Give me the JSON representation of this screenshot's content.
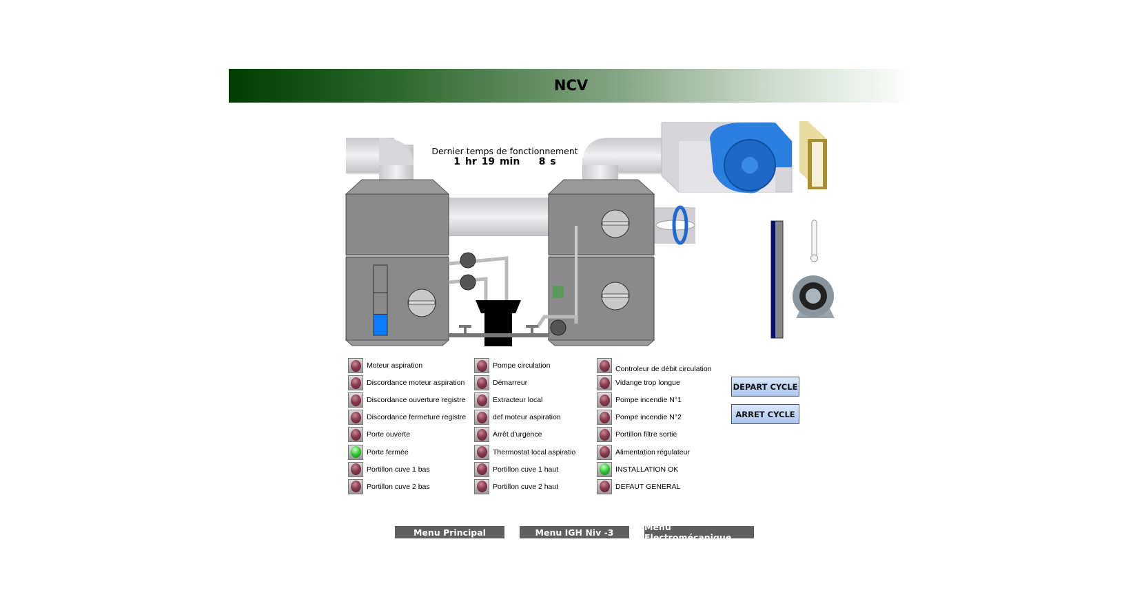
{
  "header": {
    "title": "NCV"
  },
  "runtime": {
    "label": "Dernier temps de fonctionnement",
    "value": "1 hr 19 min    8 s"
  },
  "colors": {
    "lamp_off": "#8a3a4e",
    "lamp_on": "#2fc42f",
    "tank": "#8a8a8a",
    "fan": "#1e6fd0",
    "level": "#0a7cff"
  },
  "indicators": {
    "col1": [
      {
        "label": "Moteur aspiration",
        "state": "off"
      },
      {
        "label": "Discordance moteur aspiration",
        "state": "off"
      },
      {
        "label": "Discordance ouverture registre",
        "state": "off"
      },
      {
        "label": "Discordance fermeture registre",
        "state": "off"
      },
      {
        "label": "Porte ouverte",
        "state": "off"
      },
      {
        "label": "Porte fermée",
        "state": "on"
      },
      {
        "label": "Portillon cuve 1 bas",
        "state": "off"
      },
      {
        "label": "Portillon cuve 2 bas",
        "state": "off"
      }
    ],
    "col2": [
      {
        "label": "Pompe circulation",
        "state": "off"
      },
      {
        "label": "Démarreur",
        "state": "off"
      },
      {
        "label": "Extracteur local",
        "state": "off"
      },
      {
        "label": "def moteur aspiration",
        "state": "off"
      },
      {
        "label": "Arrêt d'urgence",
        "state": "off"
      },
      {
        "label": "Thermostat local aspiratio",
        "state": "off"
      },
      {
        "label": "Portillon cuve 1 haut",
        "state": "off"
      },
      {
        "label": "Portillon cuve 2 haut",
        "state": "off"
      }
    ],
    "col3": [
      {
        "label": "Controleur de débit circulation",
        "state": "off"
      },
      {
        "label": "Vidange trop longue",
        "state": "off"
      },
      {
        "label": "Pompe incendie N°1",
        "state": "off"
      },
      {
        "label": "Pompe incendie N°2",
        "state": "off"
      },
      {
        "label": "Portillon filtre sortie",
        "state": "off"
      },
      {
        "label": "Alimentation régulateur",
        "state": "off"
      },
      {
        "label": "INSTALLATION OK",
        "state": "on"
      },
      {
        "label": "DEFAUT GENERAL",
        "state": "off"
      }
    ]
  },
  "controls": {
    "start": "DEPART CYCLE",
    "stop": "ARRET CYCLE"
  },
  "menu": {
    "main": "Menu Principal",
    "igh": "Menu IGH Niv -3",
    "electro": "Menu Electromécanique"
  },
  "tank1_level_fraction": 0.3
}
